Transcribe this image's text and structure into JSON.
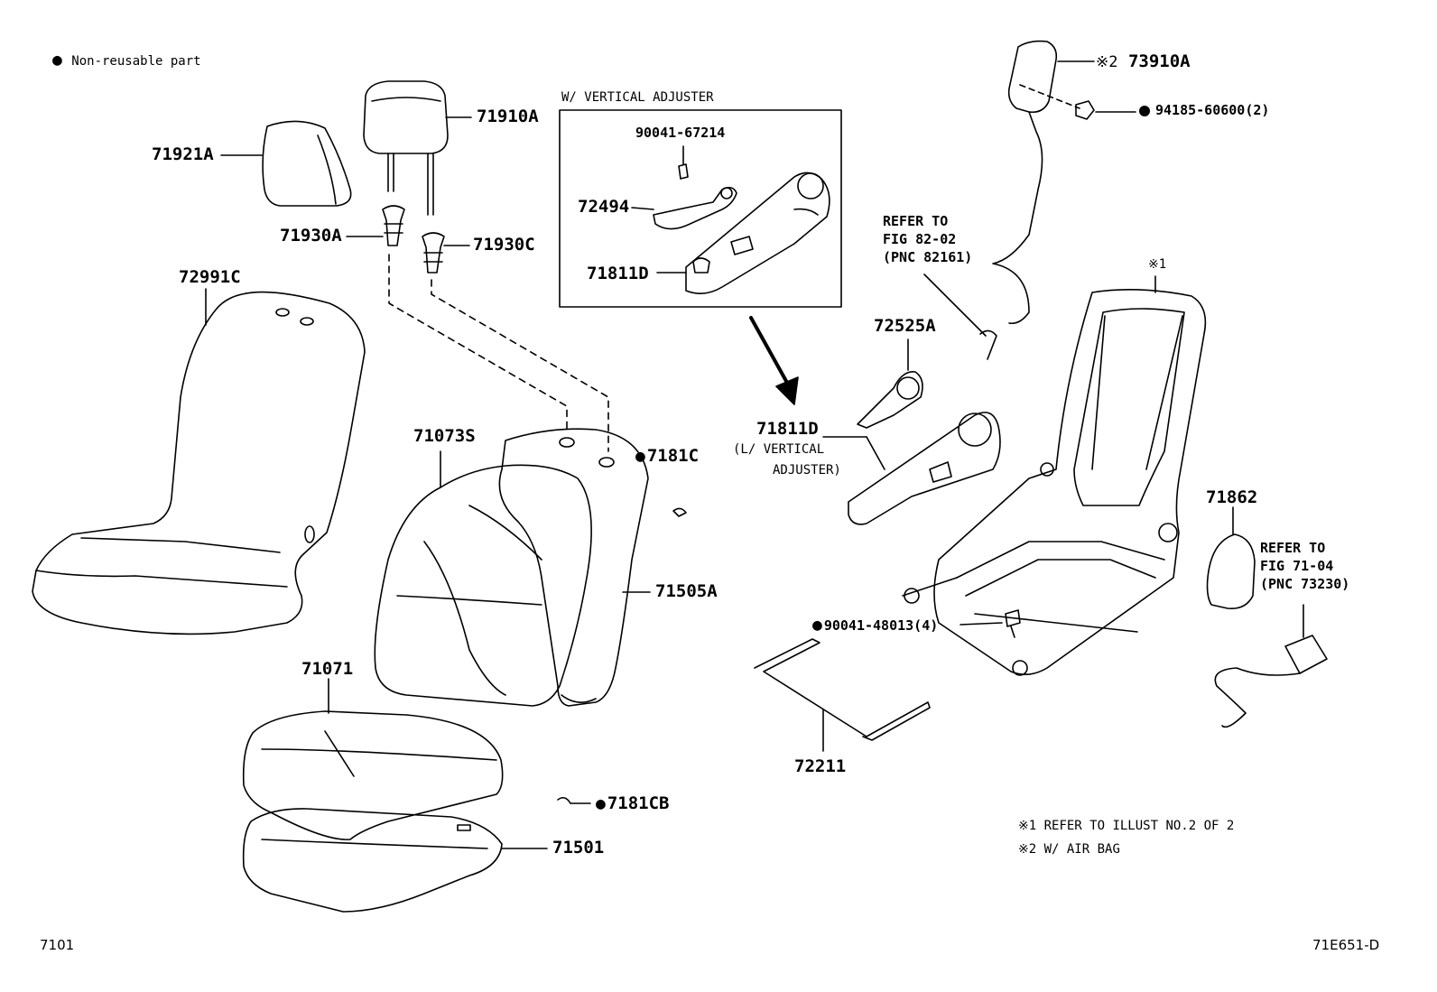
{
  "legend": {
    "bullet": "●",
    "text": "Non-reusable part"
  },
  "box_title": "W/ VERTICAL ADJUSTER",
  "bullet": "●",
  "parts": {
    "p71910A": "71910A",
    "p71921A": "71921A",
    "p71930A": "71930A",
    "p71930C": "71930C",
    "p72991C": "72991C",
    "p71073S": "71073S",
    "p7181C": "7181C",
    "p71505A": "71505A",
    "p71071": "71071",
    "p7181CB": "7181CB",
    "p71501": "71501",
    "p90041_67214": "90041-67214",
    "p72494": "72494",
    "p71811D_box": "71811D",
    "p73910A": "73910A",
    "p73910A_mark": "※2",
    "p94185": "94185-60600(2)",
    "p72525A": "72525A",
    "p71811D": "71811D",
    "p71811D_note1": "(L/ VERTICAL",
    "p71811D_note2": "ADJUSTER)",
    "p90041_48013": "90041-48013(4)",
    "p72211": "72211",
    "p71862": "71862",
    "frame_mark": "※1"
  },
  "refers": {
    "ref1": [
      "REFER TO",
      "FIG 82-02",
      "(PNC 82161)"
    ],
    "ref2": [
      "REFER TO",
      "FIG 71-04",
      "(PNC 73230)"
    ]
  },
  "notes": {
    "n1": "※1 REFER TO ILLUST NO.2 OF 2",
    "n2": "※2 W/ AIR BAG"
  },
  "footer": {
    "left": "7101",
    "right": "71E651-D"
  }
}
